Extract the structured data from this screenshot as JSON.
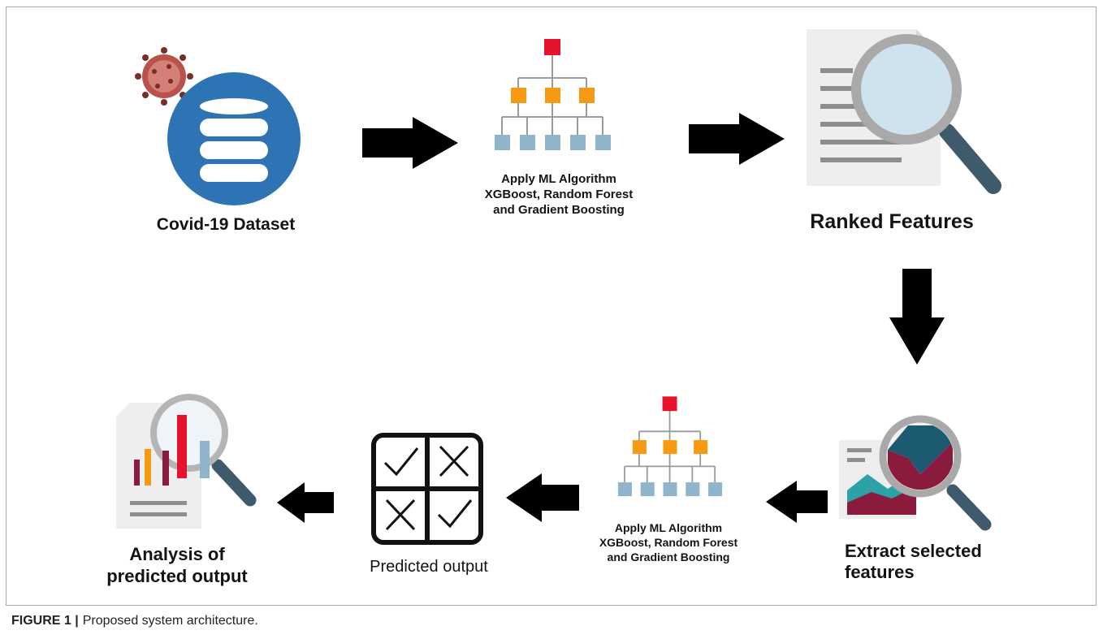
{
  "figure": {
    "caption_label": "FIGURE 1 |",
    "caption_text": "Proposed system architecture."
  },
  "nodes": {
    "dataset": {
      "label": "Covid-19 Dataset",
      "icon": "database-icon"
    },
    "ml_top": {
      "line1": "Apply ML Algorithm",
      "line2": "XGBoost, Random Forest",
      "line3": "and Gradient Boosting",
      "icon": "tree-hierarchy-icon"
    },
    "ranked": {
      "label": "Ranked Features",
      "icon": "document-magnifier-icon"
    },
    "extract": {
      "line1": "Extract selected",
      "line2": "features",
      "icon": "chart-magnifier-icon"
    },
    "ml_bottom": {
      "line1": "Apply ML Algorithm",
      "line2": "XGBoost, Random Forest",
      "line3": "and Gradient Boosting",
      "icon": "tree-hierarchy-icon"
    },
    "predicted": {
      "label": "Predicted output",
      "icon": "check-cross-grid-icon"
    },
    "analysis": {
      "line1": "Analysis of",
      "line2": "predicted output",
      "icon": "report-magnifier-icon"
    }
  },
  "colors": {
    "database_blue": "#2e74b5",
    "tree_red": "#e5132b",
    "tree_orange": "#f59a12",
    "tree_blue": "#8fb4cc",
    "magnifier_lens": "#cfe3ee",
    "handle": "#3f5a6a",
    "arrow": "#000000"
  }
}
